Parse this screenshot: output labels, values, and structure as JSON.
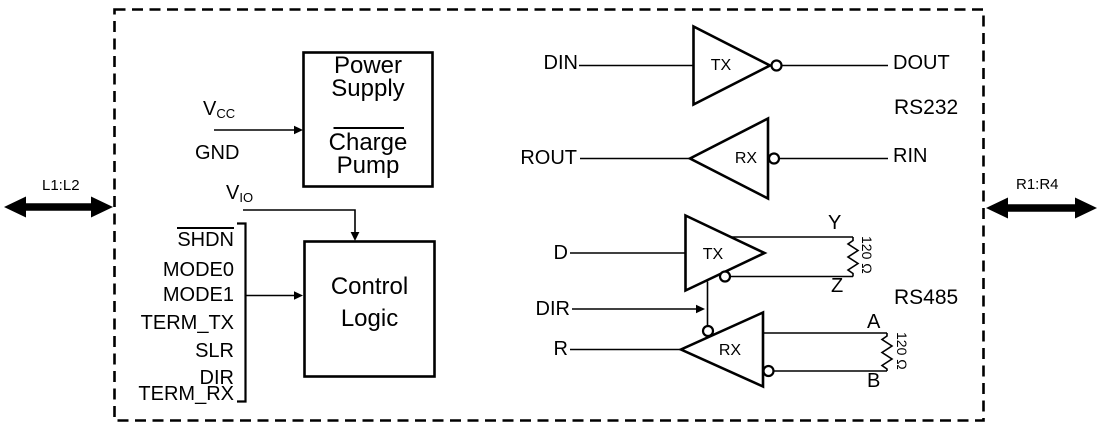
{
  "outside": {
    "left_ratio": "L1:L2",
    "right_ratio": "R1:R4"
  },
  "power_box": {
    "line1": "Power",
    "line2": "Supply",
    "line3": "Charge",
    "line4": "Pump"
  },
  "control_box": {
    "line1": "Control",
    "line2": "Logic"
  },
  "supply_pins": {
    "vcc_base": "V",
    "vcc_sub": "CC",
    "gnd": "GND",
    "vio_base": "V",
    "vio_sub": "IO"
  },
  "control_signals": {
    "shdn": "SHDN",
    "mode0": "MODE0",
    "mode1": "MODE1",
    "term_tx": "TERM_TX",
    "slr": "SLR",
    "dir": "DIR",
    "term_rx": "TERM_RX"
  },
  "rs232": {
    "label": "RS232",
    "din": "DIN",
    "dout": "DOUT",
    "rout": "ROUT",
    "rin": "RIN",
    "tx": "TX",
    "rx": "RX"
  },
  "rs485": {
    "label": "RS485",
    "d": "D",
    "dir": "DIR",
    "r": "R",
    "y": "Y",
    "z": "Z",
    "a": "A",
    "b": "B",
    "tx": "TX",
    "rx": "RX",
    "res_top": "120 Ω",
    "res_bottom": "120 Ω"
  },
  "colors": {
    "stroke": "#000000",
    "background": "#ffffff"
  }
}
